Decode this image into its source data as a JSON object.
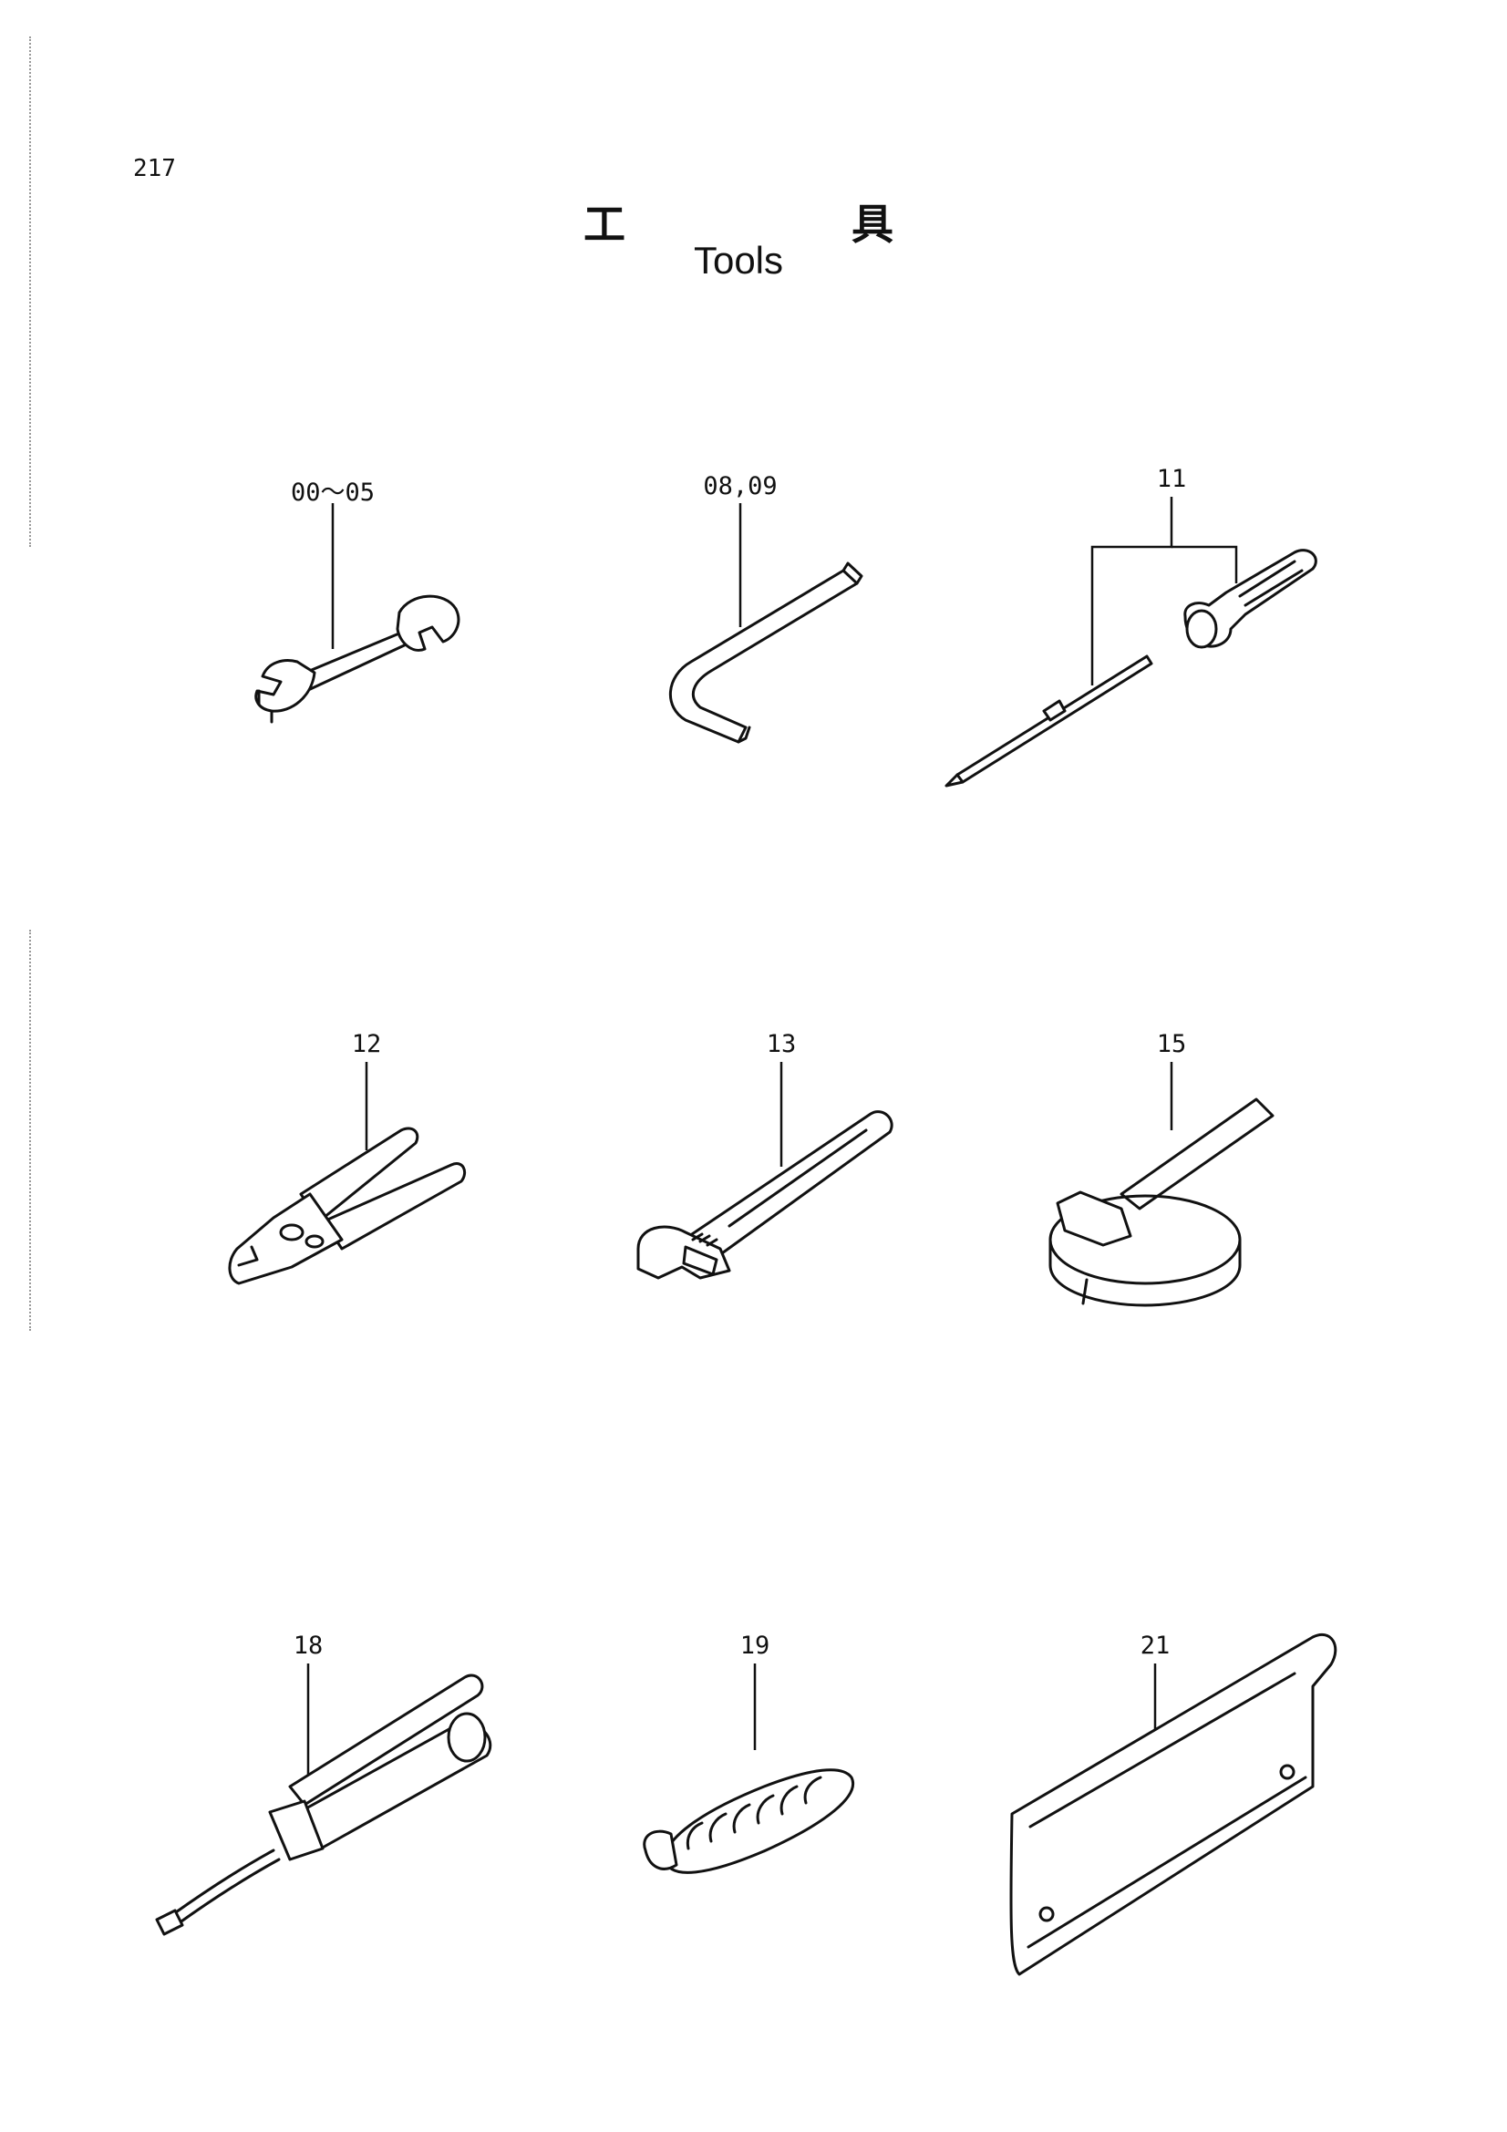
{
  "page_number": "217",
  "title": {
    "jp_left": "工",
    "jp_right": "具",
    "en": "Tools"
  },
  "items": [
    {
      "ref": "00～05",
      "icon": "open-end-wrench-icon"
    },
    {
      "ref": "08,09",
      "icon": "hex-key-icon"
    },
    {
      "ref": "11",
      "icon": "screwdriver-set-icon"
    },
    {
      "ref": "12",
      "icon": "pliers-icon"
    },
    {
      "ref": "13",
      "icon": "adjustable-wrench-icon"
    },
    {
      "ref": "15",
      "icon": "filter-wrench-icon"
    },
    {
      "ref": "18",
      "icon": "grease-gun-icon"
    },
    {
      "ref": "19",
      "icon": "grease-nozzle-icon"
    },
    {
      "ref": "21",
      "icon": "tool-bag-icon"
    }
  ]
}
